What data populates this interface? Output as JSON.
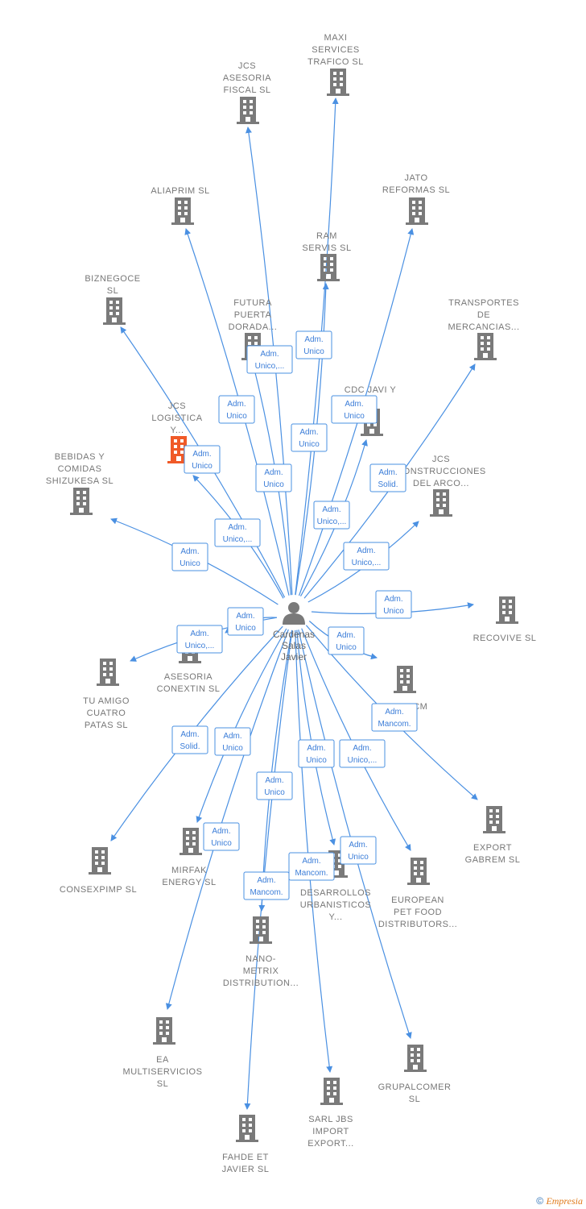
{
  "center": {
    "lines": [
      "Cardenas",
      "Salas",
      "Javier"
    ]
  },
  "colors": {
    "edge": "#4a90e2",
    "building": "#7a7a7a",
    "highlight": "#f05a28",
    "role_text": "#3b7dd8"
  },
  "companies": [
    {
      "id": "maxi",
      "lines": [
        "MAXI",
        "SERVICES",
        "TRAFICO  SL"
      ],
      "role": [
        "Adm.",
        "Unico"
      ]
    },
    {
      "id": "jcs-asesoria",
      "lines": [
        "JCS",
        "ASESORIA",
        "FISCAL  SL"
      ],
      "role": [
        "Adm.",
        "Unico"
      ]
    },
    {
      "id": "aliaprim",
      "lines": [
        "ALIAPRIM  SL"
      ],
      "role": [
        "Adm.",
        "Unico"
      ]
    },
    {
      "id": "jato",
      "lines": [
        "JATO",
        "REFORMAS  SL"
      ],
      "role": [
        "Adm.",
        "Unico"
      ]
    },
    {
      "id": "ram",
      "lines": [
        "RAM",
        "SERVIS  SL"
      ],
      "role": [
        "Adm.",
        "Unico"
      ]
    },
    {
      "id": "biznegoce",
      "lines": [
        "BIZNEGOCE",
        "SL"
      ],
      "role": [
        "Adm.",
        "Unico,..."
      ]
    },
    {
      "id": "futura",
      "lines": [
        "FUTURA",
        "PUERTA",
        "DORADA..."
      ],
      "role": [
        "Adm.",
        "Unico,..."
      ]
    },
    {
      "id": "transportes",
      "lines": [
        "TRANSPORTES",
        "DE",
        "MERCANCIAS..."
      ],
      "role": [
        "Adm.",
        "Solid."
      ]
    },
    {
      "id": "cdc",
      "lines": [
        "CDC JAVI Y",
        "SL"
      ],
      "role": [
        "Adm.",
        "Unico,..."
      ]
    },
    {
      "id": "jcs-logistica",
      "lines": [
        "JCS",
        "LOGISTICA",
        "Y..."
      ],
      "role": [
        "Adm.",
        "Unico"
      ],
      "highlight": true
    },
    {
      "id": "bebidas",
      "lines": [
        "BEBIDAS Y",
        "COMIDAS",
        "SHIZUKESA  SL"
      ],
      "role": [
        "Adm.",
        "Unico"
      ]
    },
    {
      "id": "jcs-construcciones",
      "lines": [
        "JCS",
        "CONSTRUCCIONES",
        "DEL ARCO..."
      ],
      "role": [
        "Adm.",
        "Unico,..."
      ]
    },
    {
      "id": "recovive",
      "lines": [
        "RECOVIVE  SL"
      ],
      "role": [
        "Adm.",
        "Unico"
      ]
    },
    {
      "id": "asesoria-conextin",
      "lines": [
        "ASESORIA",
        "CONEXTIN  SL"
      ],
      "role": [
        "Adm.",
        "Unico"
      ]
    },
    {
      "id": "tu-amigo",
      "lines": [
        "TU AMIGO",
        "CUATRO",
        "PATAS  SL"
      ],
      "role": [
        "Adm.",
        "Unico,..."
      ]
    },
    {
      "id": "oem",
      "lines": [
        "OEM DCM",
        "SL"
      ],
      "role": [
        "Adm.",
        "Unico"
      ]
    },
    {
      "id": "export-gabrem",
      "lines": [
        "EXPORT",
        "GABREM  SL"
      ],
      "role": [
        "Adm.",
        "Mancom."
      ]
    },
    {
      "id": "consexpimp",
      "lines": [
        "CONSEXPIMP SL"
      ],
      "role": [
        "Adm.",
        "Solid."
      ]
    },
    {
      "id": "mirfak",
      "lines": [
        "MIRFAK",
        "ENERGY  SL"
      ],
      "role": [
        "Adm.",
        "Unico"
      ]
    },
    {
      "id": "ea",
      "lines": [
        "EA",
        "MULTISERVICIOS",
        "SL"
      ],
      "role": [
        "Adm.",
        "Unico"
      ]
    },
    {
      "id": "nano",
      "lines": [
        "NANO-",
        "METRIX",
        "DISTRIBUTION..."
      ],
      "role": [
        "Adm.",
        "Mancom."
      ]
    },
    {
      "id": "desarrollos",
      "lines": [
        "DESARROLLOS",
        "URBANISTICOS",
        "Y..."
      ],
      "role": [
        "Adm.",
        "Unico"
      ]
    },
    {
      "id": "european",
      "lines": [
        "EUROPEAN",
        "PET FOOD",
        "DISTRIBUTORS..."
      ],
      "role": [
        "Adm.",
        "Unico,..."
      ]
    },
    {
      "id": "fahde",
      "lines": [
        "FAHDE ET",
        "JAVIER  SL"
      ],
      "role": [
        "Adm.",
        "Unico"
      ]
    },
    {
      "id": "sarl",
      "lines": [
        "SARL JBS",
        "IMPORT",
        "EXPORT..."
      ],
      "role": [
        "Adm.",
        "Mancom."
      ]
    },
    {
      "id": "grupalcomer",
      "lines": [
        "GRUPALCOMER",
        "SL"
      ],
      "role": [
        "Adm.",
        "Unico"
      ]
    }
  ],
  "footer": {
    "copyright": "©",
    "brand": "Empresia"
  }
}
